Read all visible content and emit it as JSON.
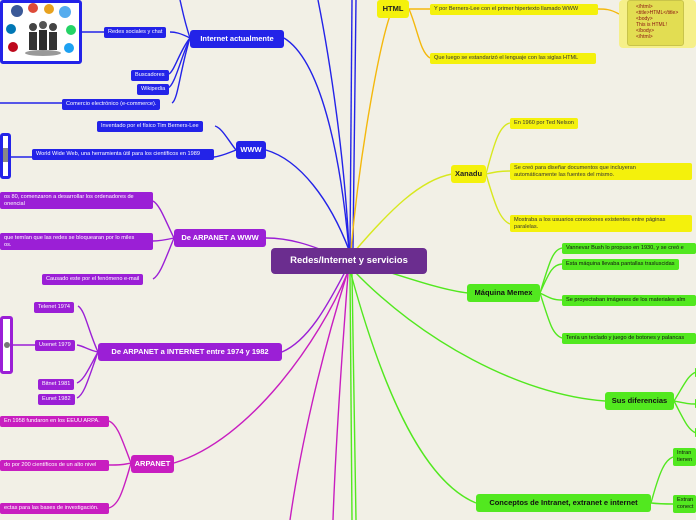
{
  "central": "Redes/Internet y servicios",
  "left": {
    "internet_actual": {
      "label": "Internet actualmente",
      "items": [
        "Redes sociales y chat",
        "Buscadores",
        "Wikipedia",
        "Comercio electrónico (e-commerce)."
      ]
    },
    "www": {
      "label": "WWW",
      "items": [
        "Inventado por el físico Tim Berners-Lee",
        "World Wide Web, una herramienta útil para los científicos en 1989"
      ]
    },
    "arpanet_www": {
      "label": "De ARPANET A WWW",
      "items": [
        "os 80, comenzaron a desarrollar los ordenadores de\nonencial",
        "que temían que las redes se bloquearan por lo miles\nos.",
        "Causado este por el fenómeno e-mail"
      ]
    },
    "arpanet_internet": {
      "label": "De ARPANET a INTERNET entre 1974 y 1982",
      "items": [
        "Telenet 1974",
        "Usenet 1979",
        "Bitnet 1981",
        "Eunet 1982"
      ]
    },
    "arpanet": {
      "label": "ARPANET",
      "items": [
        "En 1958 fundaron en los EEUU ARPA.",
        "do por 200 científicos de un alto nivel",
        "ectas para las bases de investigación."
      ]
    }
  },
  "right": {
    "html": {
      "label": "HTML",
      "items": [
        "Y por Berners-Lee con el primer hipertexto llamado WWW",
        "Que luego se estandarizó el lenguaje con las siglas HTML"
      ],
      "code_lines": [
        "</html>",
        "<title>HTML</title>",
        "<body>",
        "This is HTML!",
        "</body>",
        "</html>"
      ]
    },
    "xanadu": {
      "label": "Xanadu",
      "items": [
        "En 1960 por Ted Nelson",
        "Se creó para diseñar documentos que incluyeran\nautomáticamente las fuentes del mismo.",
        "Mostraba a los usuarios conexiones existentes entre páginas\nparalelas."
      ]
    },
    "memex": {
      "label": "Máquina Memex",
      "items": [
        "Vannevar Bush lo propuso en 1930, y se creó e",
        "Esta máquina llevaba pantallas trasluscidas",
        "Se proyectaban imágenes de los materiales alm",
        "Tenía un teclado y juego de botones y palancas"
      ]
    },
    "diferencias": {
      "label": "Sus diferencias"
    },
    "conceptos": {
      "label": "Conceptos de Intranet, extranet e internet",
      "items": [
        "Intran\ntienen",
        "Extran\nconect"
      ]
    }
  },
  "colors": {
    "background": "#f2f0e6",
    "central": "#6b2d8f",
    "blue": "#2323e8",
    "purple": "#9b1fd6",
    "magenta": "#c81ec0",
    "yellow": "#f4f10c",
    "green": "#52e81f"
  }
}
